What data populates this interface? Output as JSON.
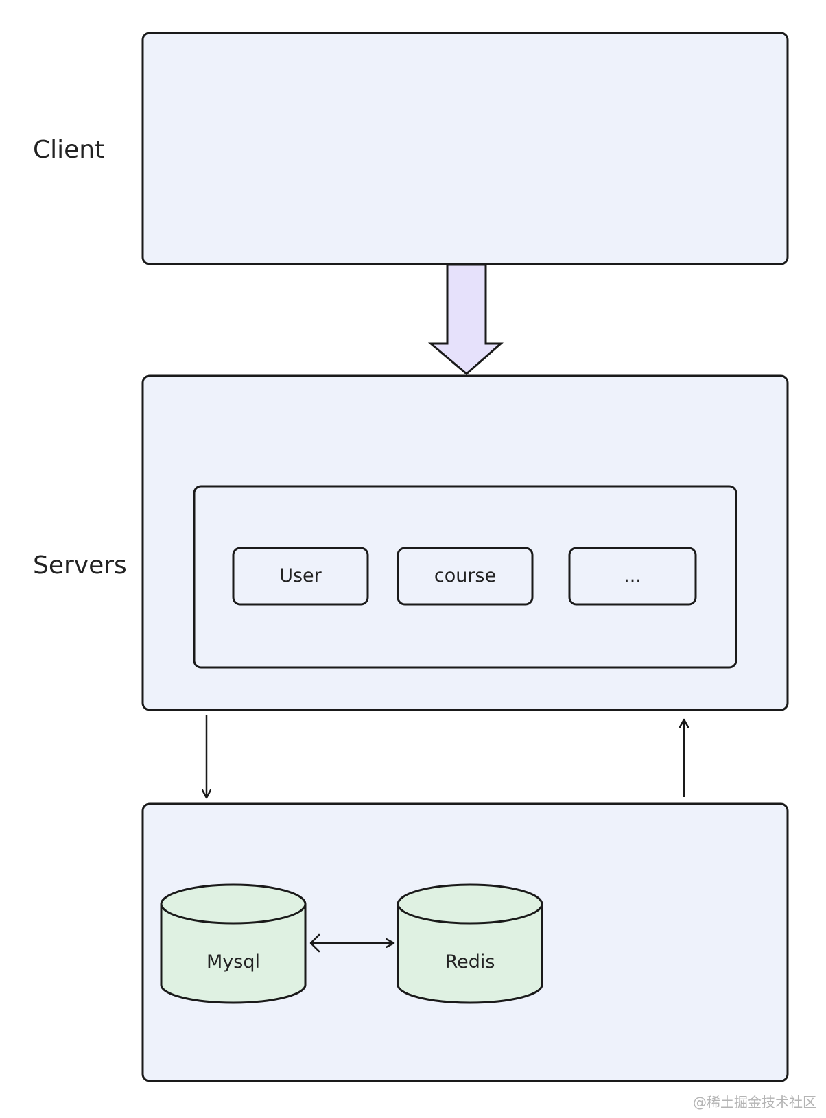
{
  "colors": {
    "panel_fill": "#eef2fb",
    "stroke": "#1a1a1a",
    "arrow_fill": "#e6e1fb",
    "db_fill": "#dff1e2"
  },
  "layers": {
    "client_label": "Client",
    "servers_label": "Servers"
  },
  "modules": [
    {
      "label": "User"
    },
    {
      "label": "course"
    },
    {
      "label": "..."
    }
  ],
  "databases": [
    {
      "label": "Mysql"
    },
    {
      "label": "Redis"
    }
  ],
  "watermark": "@稀土掘金技术社区"
}
